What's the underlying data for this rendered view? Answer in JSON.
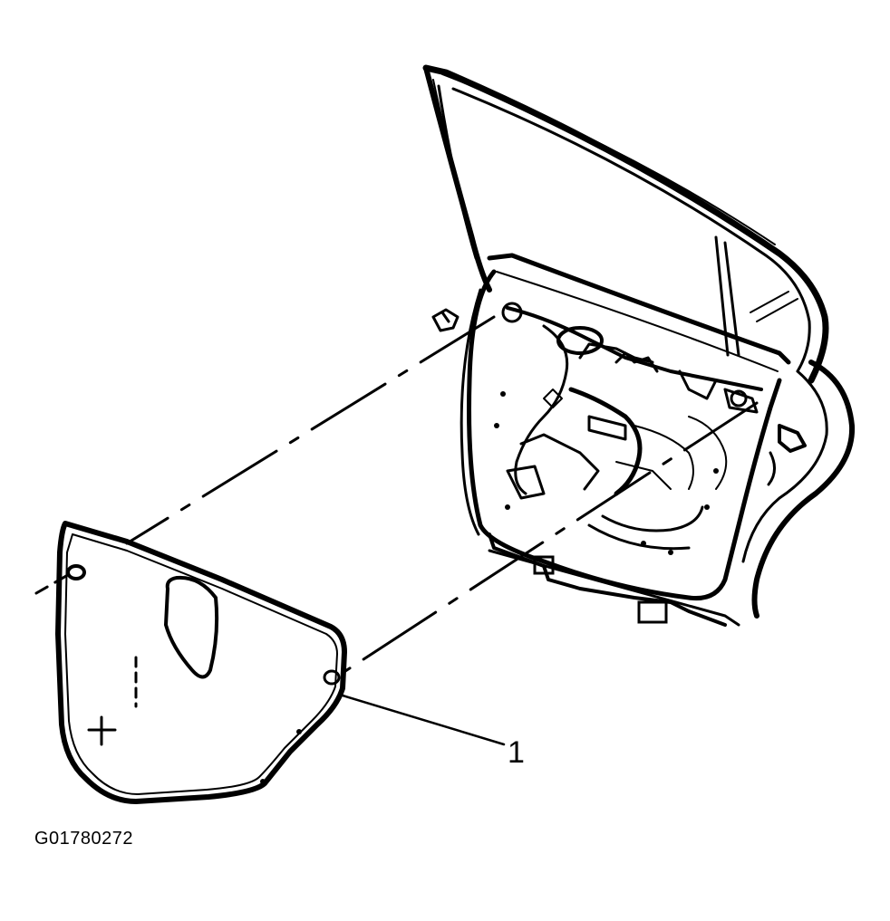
{
  "diagram": {
    "callouts": [
      {
        "id": "1",
        "label": "1",
        "part": "door-water-deflector"
      }
    ],
    "figure_id": "G01780272"
  }
}
